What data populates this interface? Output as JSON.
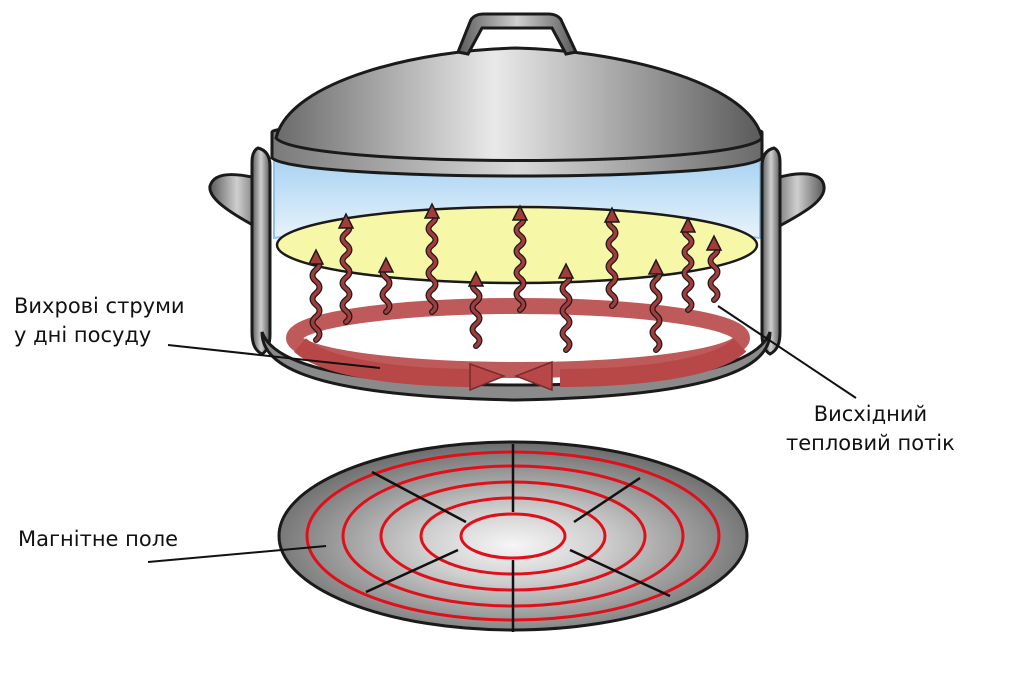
{
  "labels": {
    "eddy_currents": [
      "Вихрові струми",
      "у дні посуду"
    ],
    "heat_flow": [
      "Висхідний",
      "тепловий потік"
    ],
    "magnetic_field": "Магнітне поле"
  },
  "colors": {
    "outline": "#1a1a1a",
    "lid_light": "#e6e6e6",
    "lid_dark": "#595959",
    "water": "#cfe6f7",
    "water_edge": "#8cc4ee",
    "food": "#f7f7a8",
    "heat_arrow": "#a33b3b",
    "eddy_ring": "#b84848",
    "burner_dark": "#6d6d6d",
    "burner_light": "#f4f4f4",
    "coil": "#e0101a"
  },
  "icons": [
    "pot-handle-icon",
    "heat-wave-arrow-icon",
    "eddy-current-ring-icon",
    "induction-coil-icon"
  ]
}
